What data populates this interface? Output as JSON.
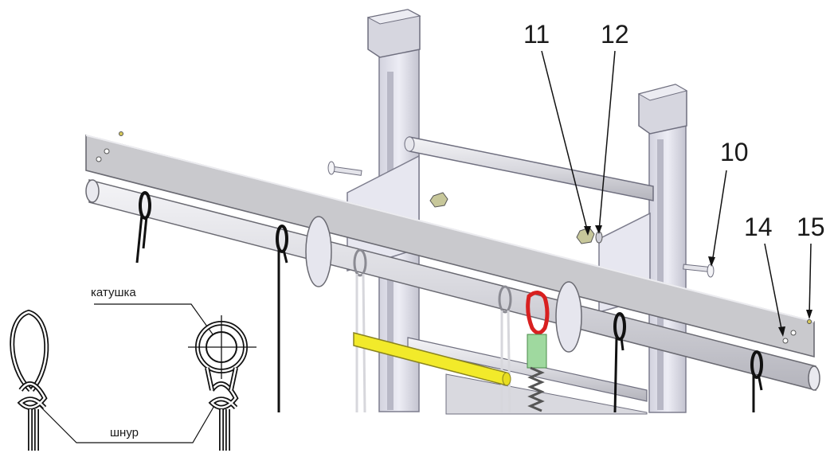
{
  "callouts": {
    "c10": "10",
    "c11": "11",
    "c12": "12",
    "c14": "14",
    "c15": "15"
  },
  "inset": {
    "spool_label": "катушка",
    "cord_label": "шнур"
  },
  "colors": {
    "frame": "#e3e3ee",
    "frame_edge": "#7d7d8d",
    "beam": "#c9c9cd",
    "handle": "#f2ea2a",
    "carabiner": "#d82020",
    "spring": "#9fd99f",
    "line": "#111111"
  }
}
